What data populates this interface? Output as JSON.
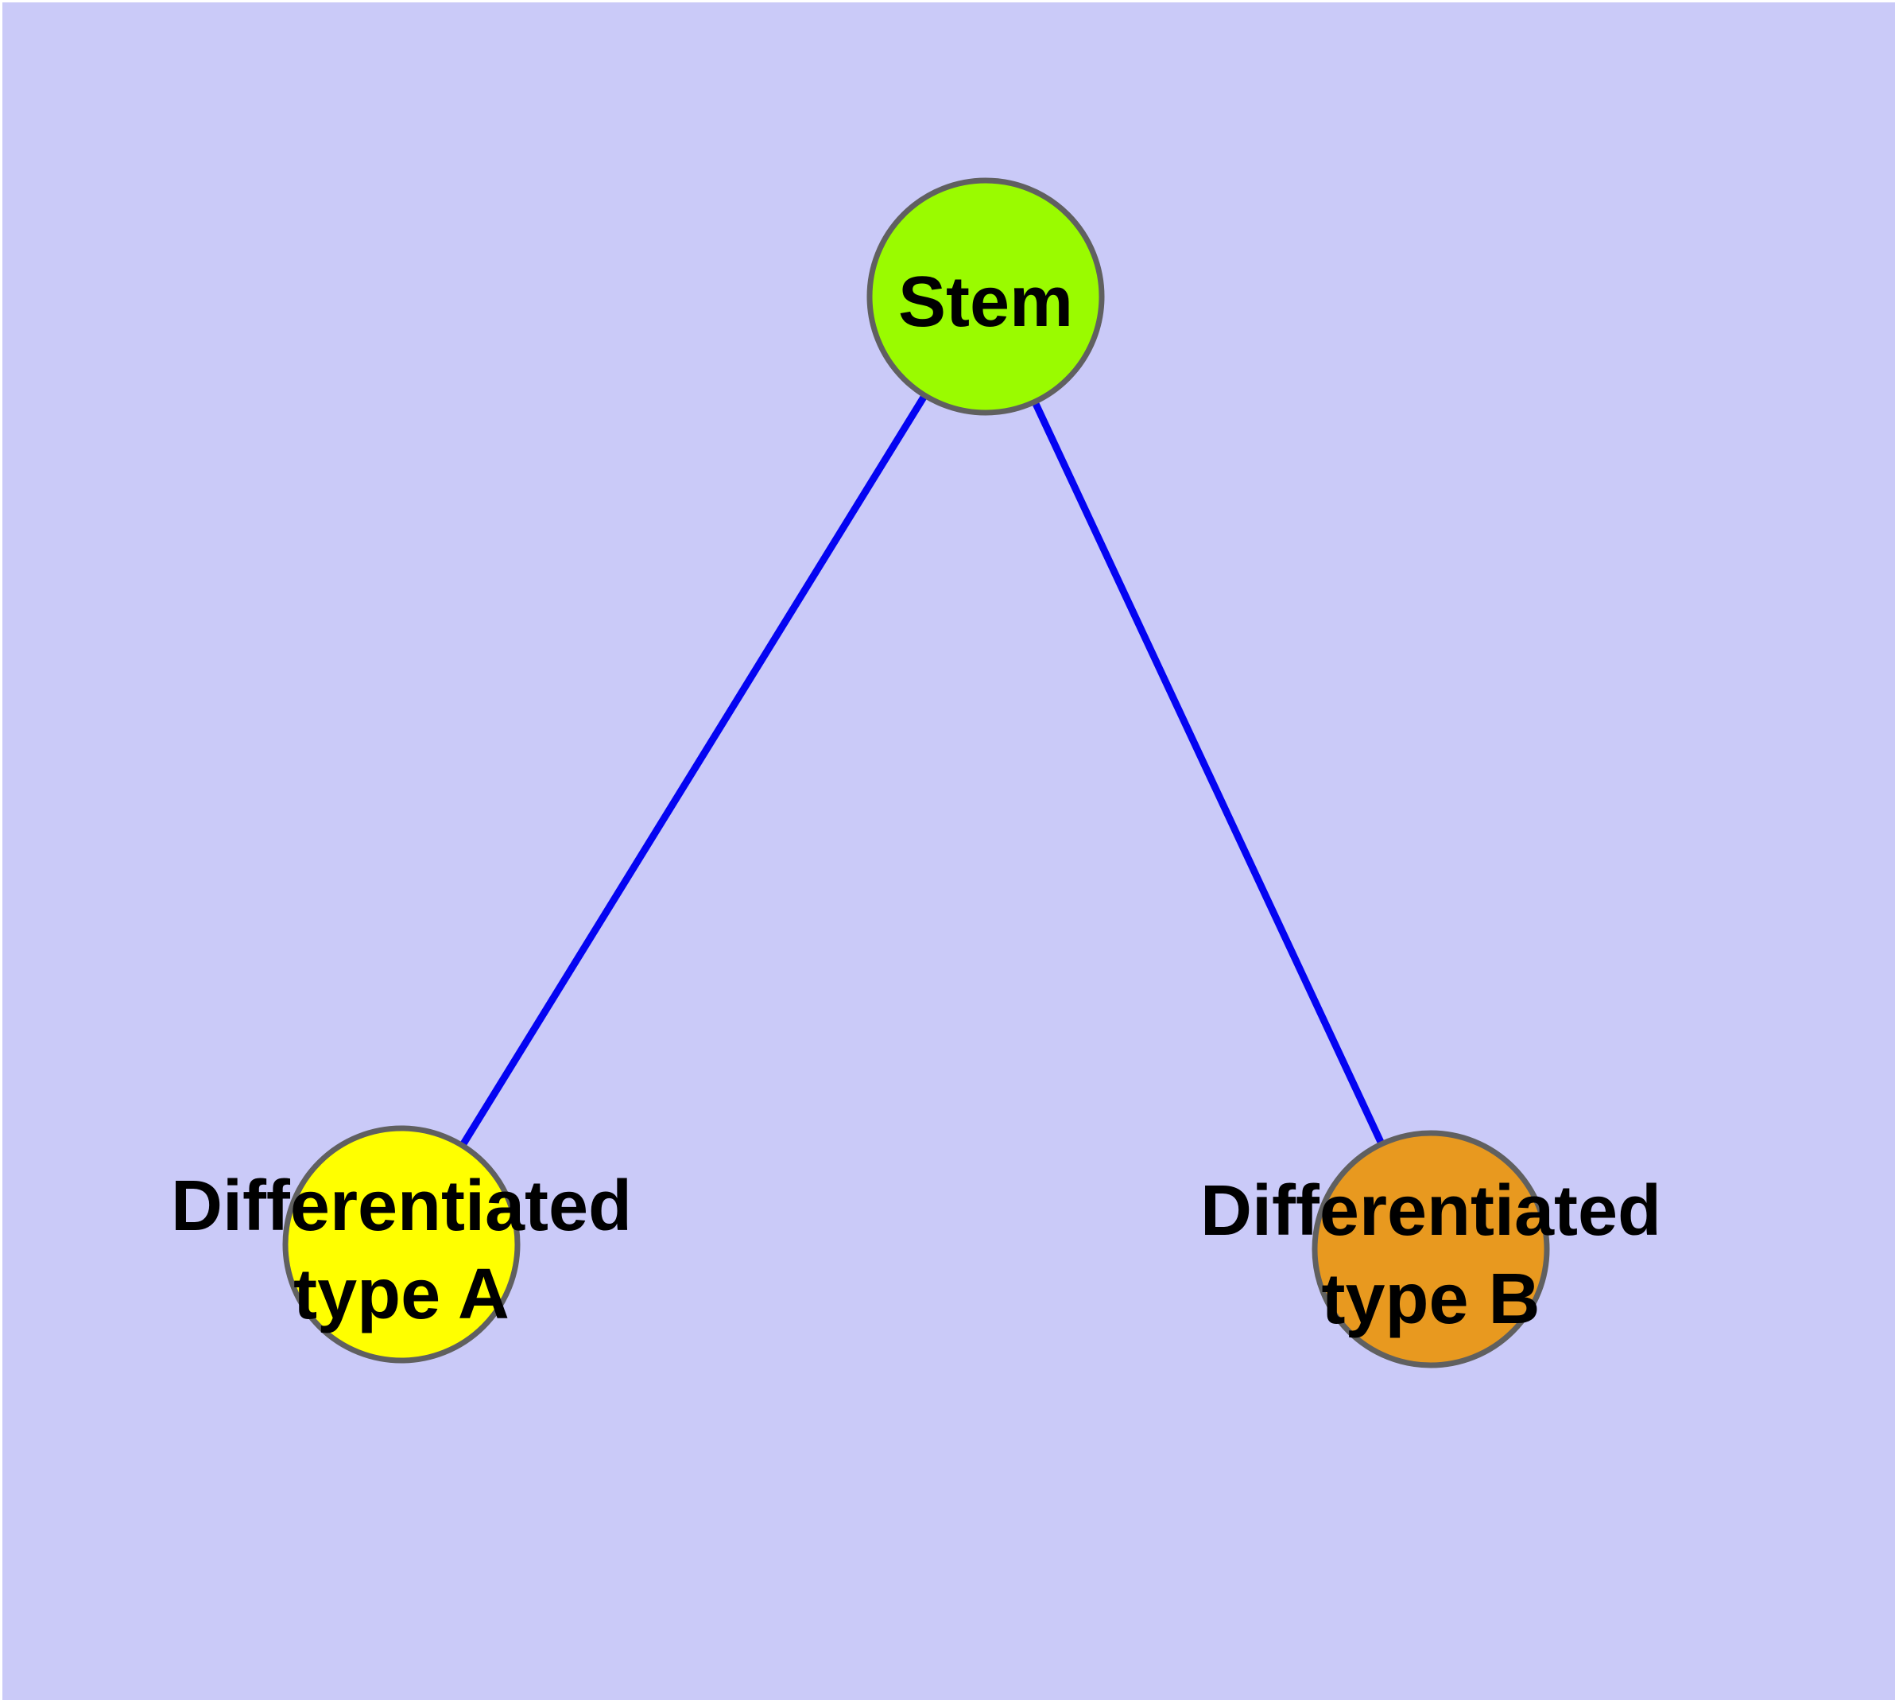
{
  "diagram": {
    "colors": {
      "background": "#CACAF8",
      "edge": "#0404F2",
      "node_border": "#606060",
      "label_text": "#000000"
    },
    "nodes": [
      {
        "id": "stem",
        "fill": "#9AFB00",
        "label_lines": [
          "Stem"
        ]
      },
      {
        "id": "differentiated-type-a",
        "fill": "#FFFF00",
        "label_lines": [
          "Differentiated",
          "type A"
        ]
      },
      {
        "id": "differentiated-type-b",
        "fill": "#E8991F",
        "label_lines": [
          "Differentiated",
          "type B"
        ]
      }
    ],
    "edges": [
      {
        "from": "stem",
        "to": "differentiated-type-a"
      },
      {
        "from": "stem",
        "to": "differentiated-type-b"
      }
    ]
  }
}
